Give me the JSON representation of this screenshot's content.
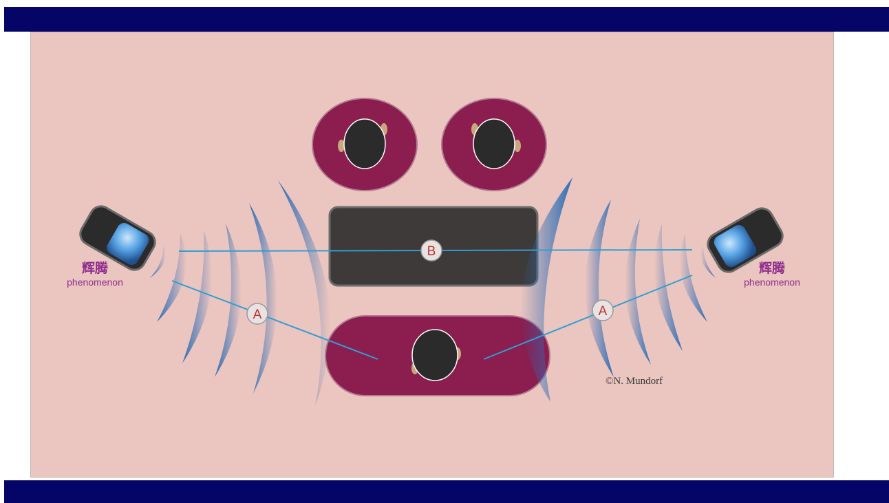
{
  "frame": {
    "bar_color": "#040566",
    "panel_color": "#ebc5bf"
  },
  "labels": {
    "path_a": "A",
    "path_b": "B"
  },
  "brand": {
    "left": {
      "cn": "辉腾",
      "en": "phenomenon"
    },
    "right": {
      "cn": "辉腾",
      "en": "phenomenon"
    }
  },
  "copyright": "©N. Mundorf",
  "colors": {
    "seat": "#8b1d4f",
    "head": "#2b2b2b",
    "ear": "#c9a77c",
    "speaker_body": "#2b2b2b",
    "speaker_cone": "#5aa6e6",
    "wave": "#2f6db5",
    "path_line": "#2f9fd4",
    "label_text": "#c0302a",
    "brand_text": "#8e2c8c"
  }
}
